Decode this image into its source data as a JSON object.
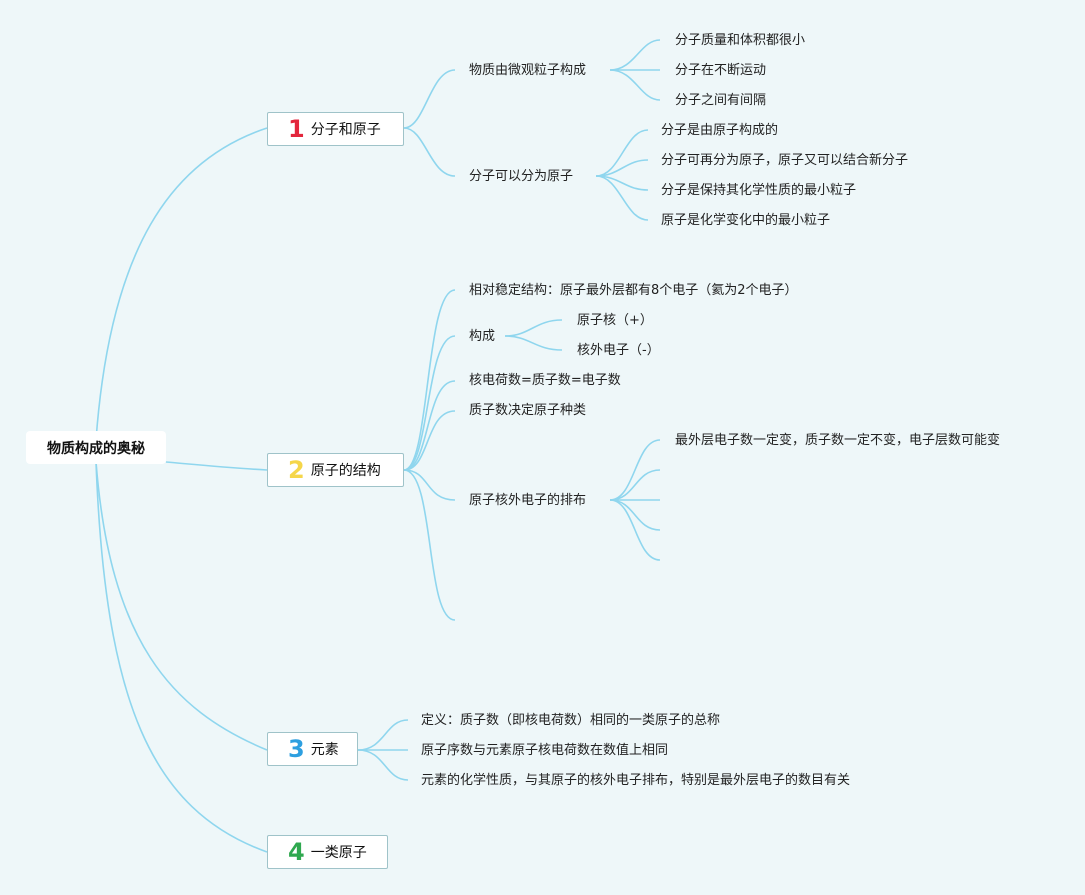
{
  "root": {
    "label": "物质构成的奥秘"
  },
  "branches": [
    {
      "number": "1",
      "label": "分子和原子",
      "children": [
        {
          "label": "物质由微观粒子构成",
          "children": [
            "分子质量和体积都很小",
            "分子在不断运动",
            "分子之间有间隔"
          ]
        },
        {
          "label": "分子可以分为原子",
          "children": [
            "分子是由原子构成的",
            "分子可再分为原子，原子又可以结合新分子",
            "分子是保持其化学性质的最小粒子",
            "原子是化学变化中的最小粒子"
          ]
        }
      ]
    },
    {
      "number": "2",
      "label": "原子的结构",
      "children": [
        {
          "label": "相对稳定结构：原子最外层都有8个电子（氦为2个电子）",
          "children": []
        },
        {
          "label": "构成",
          "children": [
            "原子核（+）",
            "核外电子（-）"
          ]
        },
        {
          "label": "核电荷数=质子数=电子数",
          "children": []
        },
        {
          "label": "质子数决定原子种类",
          "children": []
        },
        {
          "label": "原子核外电子的排布",
          "children": [
            "最外层电子数一定变，质子数一定不变，电子层数可能变",
            "",
            "",
            "",
            ""
          ]
        },
        {
          "label": "",
          "children": []
        }
      ]
    },
    {
      "number": "3",
      "label": "元素",
      "children": [
        {
          "label": "定义：质子数（即核电荷数）相同的一类原子的总称",
          "children": []
        },
        {
          "label": "原子序数与元素原子核电荷数在数值上相同",
          "children": []
        },
        {
          "label": "元素的化学性质，与其原子的核外电子排布，特别是最外层电子的数目有关",
          "children": []
        }
      ]
    },
    {
      "number": "4",
      "label": "一类原子",
      "children": []
    }
  ],
  "colors": {
    "connector": "#8fd6ee",
    "background": "#eef7f9",
    "num1": "#e3263c",
    "num2": "#f5d64a",
    "num3": "#2d9fe0",
    "num4": "#2fa84f"
  }
}
